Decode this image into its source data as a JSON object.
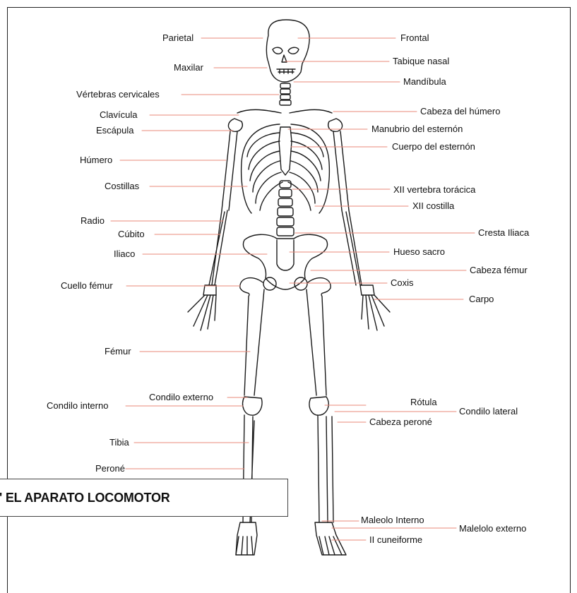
{
  "banner": {
    "title": "' EL APARATO LOCOMOTOR"
  },
  "labels": {
    "left": [
      "Parietal",
      "Maxilar",
      "Vértebras cervicales",
      "Clavícula",
      "Escápula",
      "Húmero",
      "Costillas",
      "Radio",
      "Cúbito",
      "Iliaco",
      "Cuello fémur",
      "Fémur",
      "Condilo externo",
      "Condilo interno",
      "Tibia",
      "Peroné"
    ],
    "right": [
      "Frontal",
      "Tabique nasal",
      "Mandíbula",
      "Cabeza del húmero",
      "Manubrio del esternón",
      "Cuerpo del esternón",
      "XII vertebra torácica",
      "XII costilla",
      "Cresta Iliaca",
      "Hueso sacro",
      "Cabeza fémur",
      "Coxis",
      "Carpo",
      "Rótula",
      "Condilo lateral",
      "Cabeza peroné",
      "Maleolo Interno",
      "Malelolo externo",
      "II cuneiforme"
    ]
  },
  "colors": {
    "leader_line": "#e8897a",
    "bone_outline": "#1a1a1a",
    "frame": "#222222"
  }
}
